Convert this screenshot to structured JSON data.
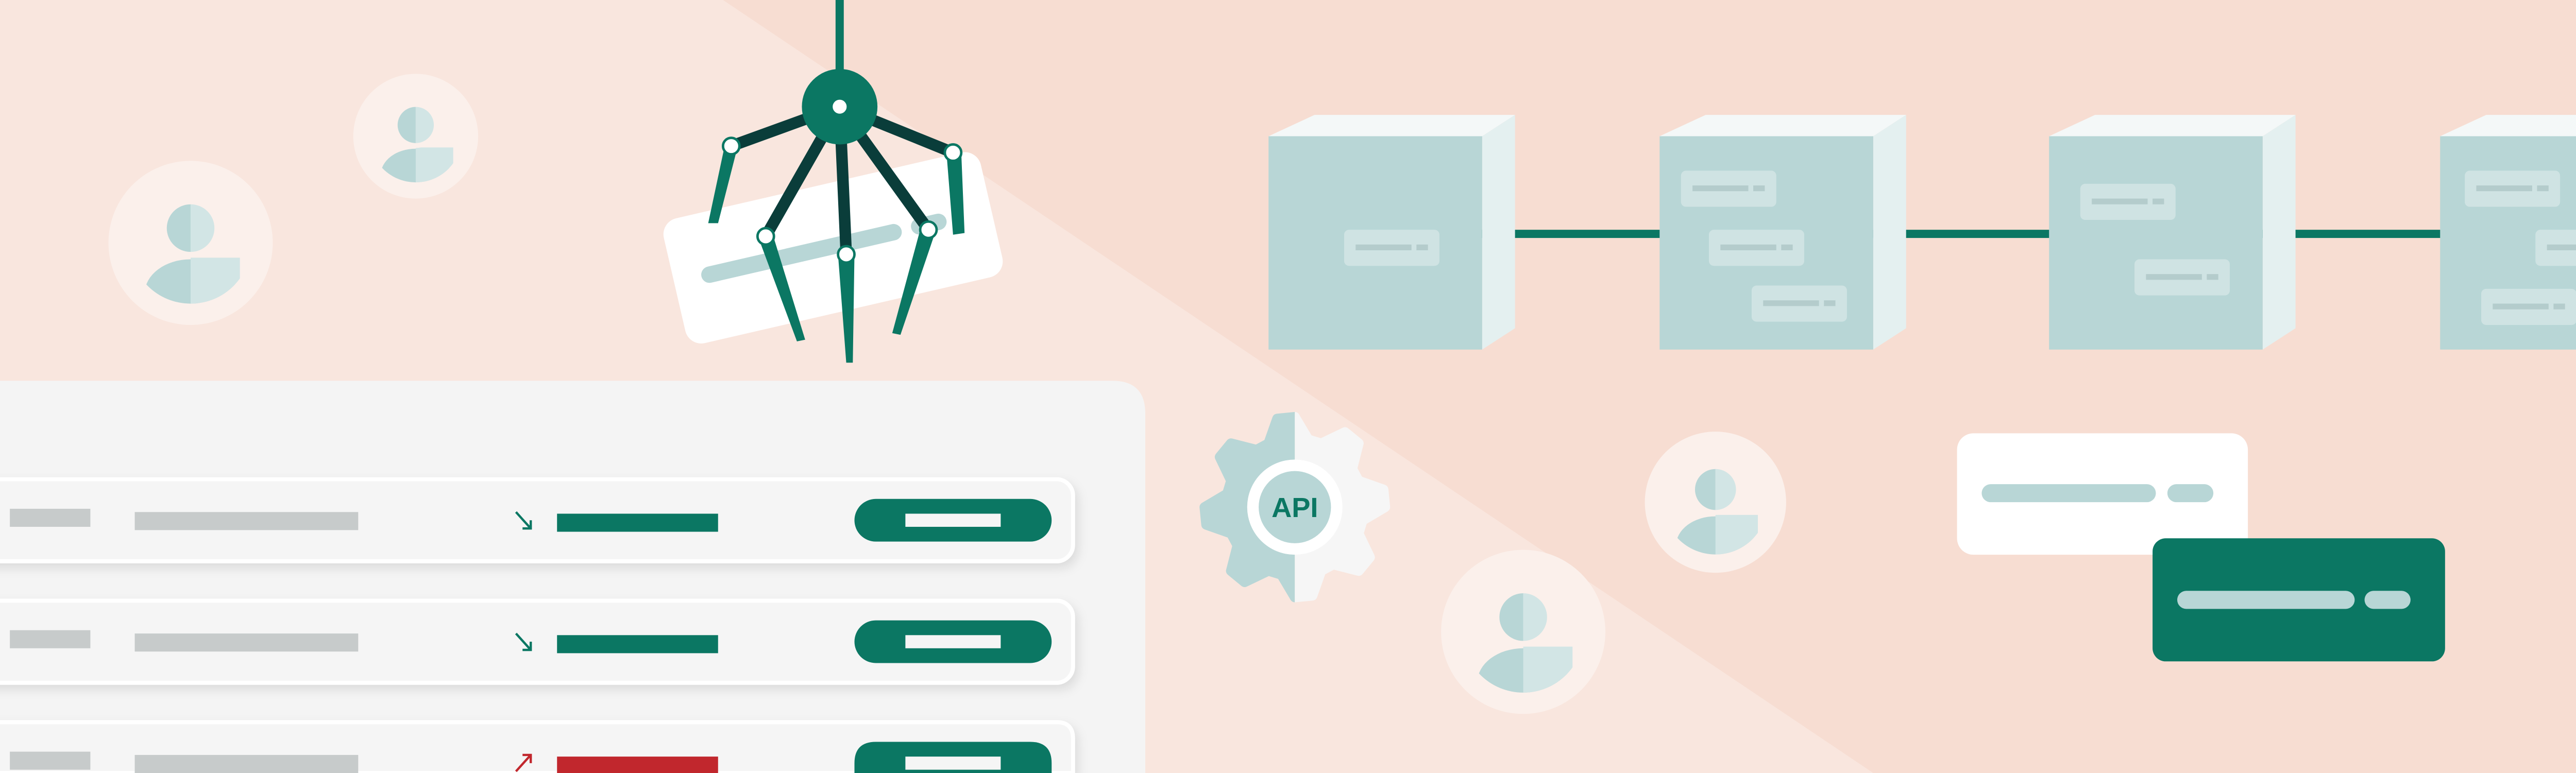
{
  "colors": {
    "background_light": "#f9e6de",
    "background_dark": "#f7ddd2",
    "teal": "#0b7763",
    "dark_teal": "#0a3d3a",
    "mint": "#b8d6d6",
    "panel": "#f4f4f4",
    "placeholder_grey": "#c7cbcb",
    "alert_red": "#c1272d"
  },
  "gear": {
    "label": "API",
    "icon": "gear-icon"
  },
  "table": {
    "rows": [
      {
        "trend": "down",
        "trend_icon": "arrow-down-right-icon",
        "status_color": "#0b7763"
      },
      {
        "trend": "down",
        "trend_icon": "arrow-down-right-icon",
        "status_color": "#0b7763"
      },
      {
        "trend": "up",
        "trend_icon": "arrow-up-right-icon",
        "status_color": "#c1272d"
      }
    ]
  },
  "pipeline": {
    "blocks": 4
  },
  "avatars": 4
}
